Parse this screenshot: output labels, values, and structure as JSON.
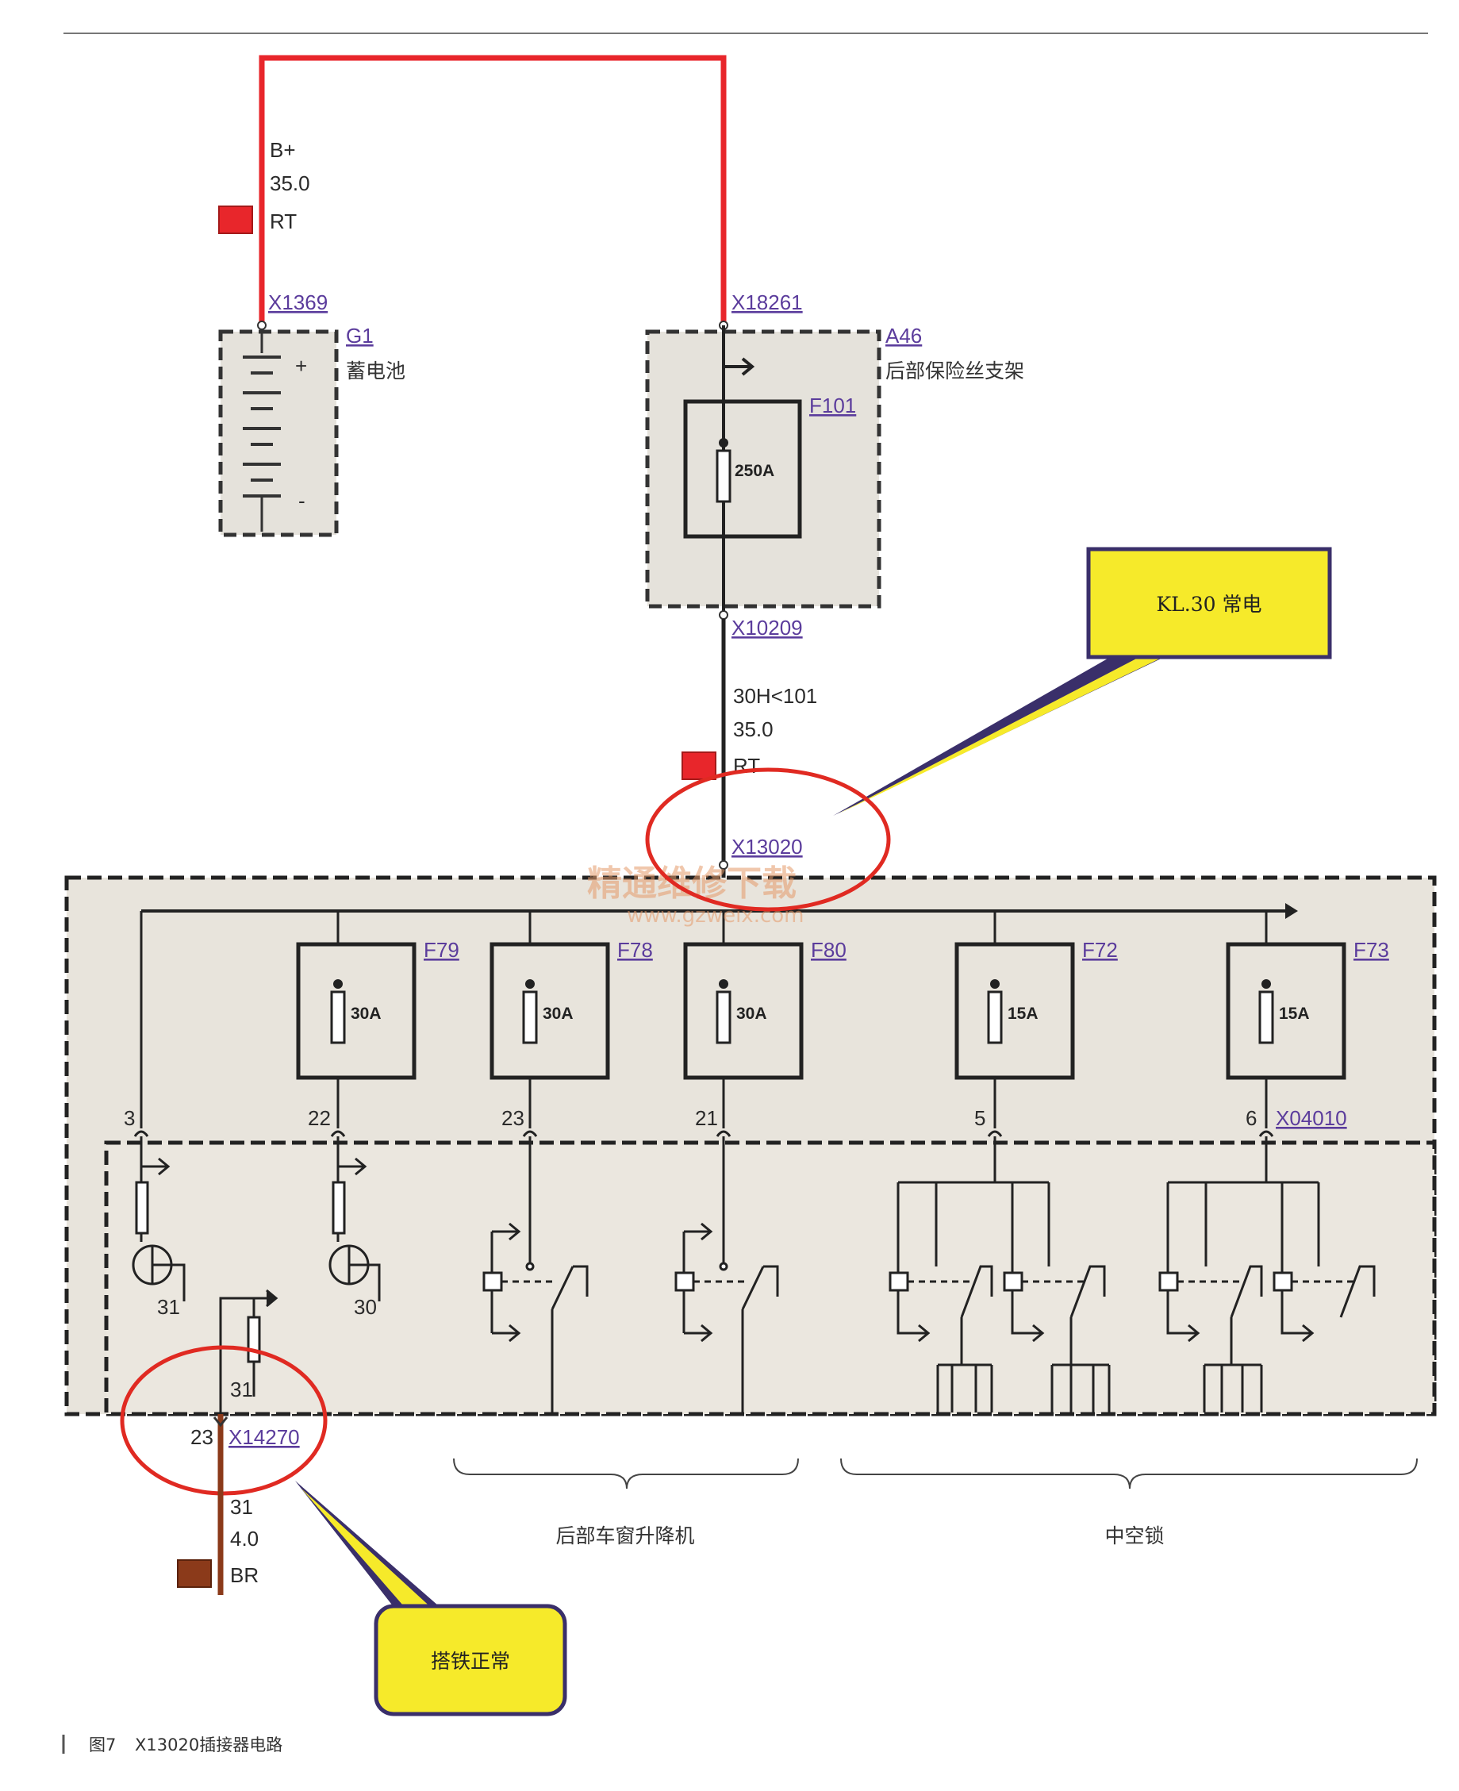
{
  "battery": {
    "connector": "X1369",
    "id": "G1",
    "name": "蓄电池",
    "wire_circuit": "B+",
    "wire_size": "35.0",
    "wire_color": "RT",
    "plus": "+",
    "minus": "-"
  },
  "fuse_carrier": {
    "connector_in": "X18261",
    "connector_out": "X10209",
    "id": "A46",
    "name": "后部保险丝支架",
    "fuse_id": "F101",
    "fuse_rating": "250A"
  },
  "wire_mid": {
    "circuit": "30H<101",
    "size": "35.0",
    "color": "RT"
  },
  "connector_main": "X13020",
  "callout_top": "KL.30 常电",
  "callout_bottom": "搭铁正常",
  "fuses": [
    {
      "id": "F79",
      "rating": "30A",
      "pin": "22"
    },
    {
      "id": "F78",
      "rating": "30A",
      "pin": "23"
    },
    {
      "id": "F80",
      "rating": "30A",
      "pin": "21"
    },
    {
      "id": "F72",
      "rating": "15A",
      "pin": "5"
    },
    {
      "id": "F73",
      "rating": "15A",
      "pin": "6"
    }
  ],
  "pin_left": "3",
  "connector_right": "X04010",
  "ground": {
    "pin": "23",
    "connector": "X14270",
    "circuit": "31",
    "size": "4.0",
    "color": "BR",
    "internal_ground": "31",
    "motor1_ground": "31",
    "motor2_ground": "30"
  },
  "groups": {
    "rear_window": "后部车窗升降机",
    "central_lock": "中空锁"
  },
  "watermark": {
    "line1": "精通维修下载",
    "line2": "www.gzweix.com"
  },
  "caption": {
    "figure": "图7",
    "text": "X13020插接器电路"
  },
  "colors": {
    "power_wire": "#e8262b",
    "ground_wire": "#8b3a1a",
    "callout_fill": "#f6ea2a",
    "highlight": "#e02a22",
    "panel": "#e8e4dc"
  }
}
